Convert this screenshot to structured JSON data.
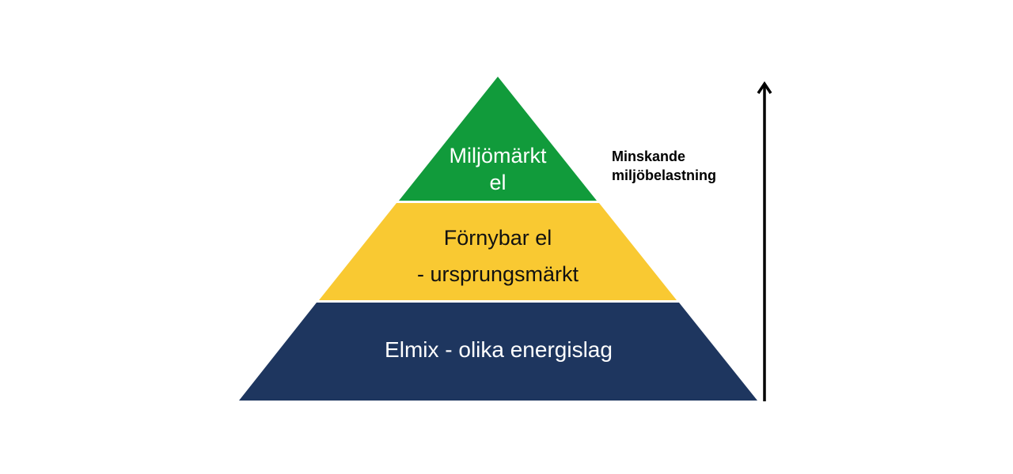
{
  "diagram": {
    "type": "pyramid",
    "layers": [
      {
        "position": "top",
        "line1": "Miljömärkt",
        "line2": "el",
        "color": "#119b3b",
        "text_color": "#ffffff"
      },
      {
        "position": "middle",
        "line1": "Förnybar el",
        "line2": "- ursprungsmärkt",
        "color": "#f9c932",
        "text_color": "#111111"
      },
      {
        "position": "bottom",
        "line1": "Elmix - olika energislag",
        "color": "#1e365f",
        "text_color": "#ffffff"
      }
    ],
    "arrow": {
      "direction": "up",
      "color": "#000000"
    },
    "side_label": {
      "line1": "Minskande",
      "line2": "miljöbelastning"
    }
  }
}
